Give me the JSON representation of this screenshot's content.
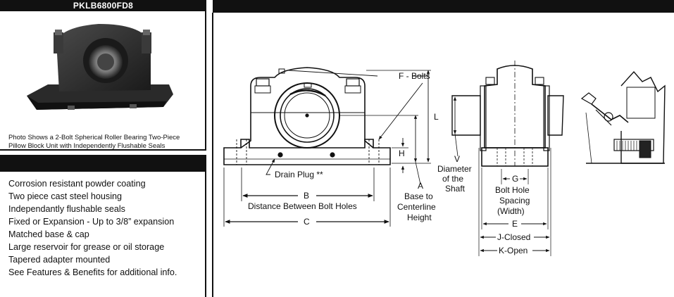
{
  "product": {
    "model": "PKLB6800FD8",
    "photo_caption": "Photo Shows a 2-Bolt Spherical Roller Bearing Two-Piece Pillow Block Unit with Independently Flushable Seals"
  },
  "features": [
    "Corrosion resistant powder coating",
    "Two piece cast steel housing",
    "Independantly flushable seals",
    "Fixed or Expansion - Up to 3/8” expansion",
    "Matched base & cap",
    "Large reservoir for grease or oil storage",
    "Tapered adapter mounted",
    "See Features & Benefits for additional info."
  ],
  "diagram": {
    "bolts_label": "F - Bolts",
    "l_label": "L",
    "h_label": "H",
    "drain_plug_label": "Drain Plug **",
    "b_label": "B",
    "b_desc": "Distance Between Bolt Holes",
    "c_label": "C",
    "a_label": "A",
    "a_desc_1": "Base to",
    "a_desc_2": "Centerline",
    "a_desc_3": "Height",
    "v_label": "V",
    "v_desc_1": "Diameter",
    "v_desc_2": "of the",
    "v_desc_3": "Shaft",
    "g_label": "G",
    "g_desc_1": "Bolt Hole",
    "g_desc_2": "Spacing",
    "g_desc_3": "(Width)",
    "e_label": "E",
    "j_label": "J-Closed",
    "k_label": "K-Open"
  }
}
